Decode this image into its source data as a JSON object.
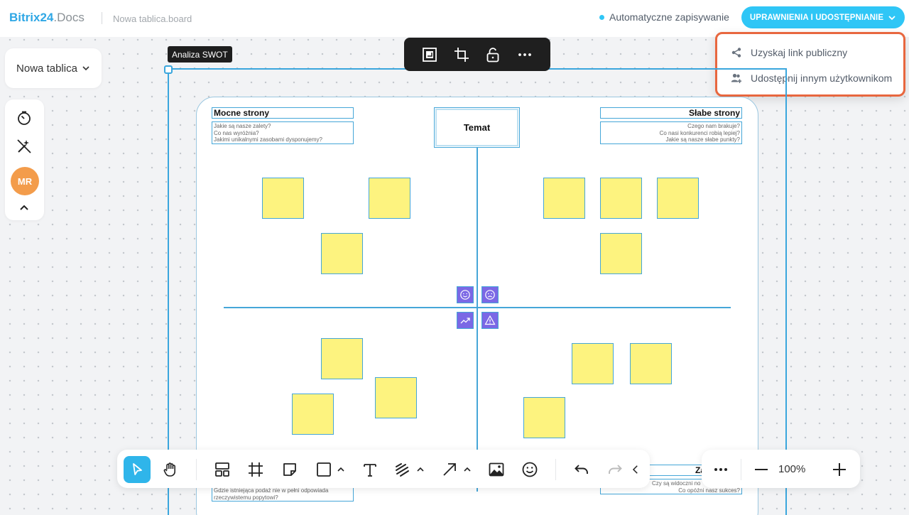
{
  "header": {
    "logo_brand": "Bitrix24",
    "logo_suffix": ".Docs",
    "board_name": "Nowa tablica.board",
    "autosave_label": "Automatyczne zapisywanie",
    "share_button_label": "UPRAWNIENIA I UDOSTĘPNIANIE"
  },
  "share_menu": {
    "items": [
      {
        "label": "Uzyskaj link publiczny",
        "icon": "share-link-icon"
      },
      {
        "label": "Udostępnij innym użytkownikom",
        "icon": "add-user-icon"
      }
    ]
  },
  "left_panel": {
    "board_select_label": "Nowa tablica",
    "icons": [
      "timer-icon",
      "magic-wand-off-icon",
      "collapse-up-icon"
    ],
    "avatar_initials": "MR"
  },
  "frame": {
    "label": "Analiza SWOT",
    "toolbar_icons": [
      "fit-frame-icon",
      "crop-frame-icon",
      "unlock-icon",
      "more-icon"
    ]
  },
  "swot": {
    "topic": "Temat",
    "strengths": {
      "title": "Mocne strony",
      "questions": [
        "Jakie są nasze zalety?",
        "Co nas wyróżnia?",
        "Jakimi unikalnymi zasobami dysponujemy?"
      ]
    },
    "weaknesses": {
      "title": "Słabe strony",
      "questions": [
        "Czego nam brakuje?",
        "Co nasi konkurenci robią lepiej?",
        "Jakie są nasze słabe punkty?"
      ]
    },
    "opportunities": {
      "questions_partial": [
        "Gdzie istniejąca podaż nie w pełni odpowiada",
        "rzeczywistemu popytowi?"
      ]
    },
    "threats": {
      "title_partial": "Za",
      "questions_partial": [
        "Czy są widoczni no",
        "Co opóźni nasz sukces?"
      ]
    }
  },
  "bottom_toolbar": {
    "tools": [
      "select-icon",
      "hand-icon",
      "template-icon",
      "frame-icon",
      "sticky-note-icon",
      "shape-icon",
      "text-icon",
      "pen-icon",
      "arrow-icon",
      "image-icon",
      "emoji-icon",
      "undo-icon",
      "redo-icon",
      "collapse-left-icon"
    ]
  },
  "zoom": {
    "value": "100%",
    "icons": [
      "more-icon",
      "zoom-out-icon",
      "zoom-in-icon"
    ]
  },
  "colors": {
    "accent": "#2fc6f6",
    "highlight_border": "#e8673f",
    "sticky": "#fdf37f",
    "frame_line": "#45a6d8",
    "avatar": "#f39c4b",
    "emoji_tile": "#7b68e5"
  }
}
